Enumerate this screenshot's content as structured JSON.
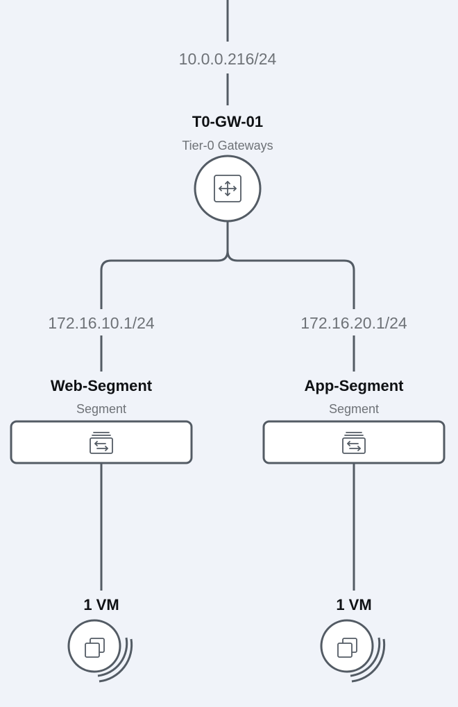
{
  "uplink": {
    "ip": "10.0.0.216/24"
  },
  "gateway": {
    "name": "T0-GW-01",
    "type": "Tier-0 Gateways",
    "icon": "router-arrows-icon"
  },
  "segments": [
    {
      "ip": "172.16.10.1/24",
      "name": "Web-Segment",
      "type": "Segment",
      "icon": "segment-switch-icon",
      "vm": {
        "label": "1 VM",
        "icon": "vm-stack-icon"
      }
    },
    {
      "ip": "172.16.20.1/24",
      "name": "App-Segment",
      "type": "Segment",
      "icon": "segment-switch-icon",
      "vm": {
        "label": "1 VM",
        "icon": "vm-stack-icon"
      }
    }
  ],
  "colors": {
    "background": "#f0f3f9",
    "line": "#535b64",
    "node_fill": "#ffffff",
    "secondary_text": "#6e7277",
    "primary_text": "#0f1114"
  }
}
